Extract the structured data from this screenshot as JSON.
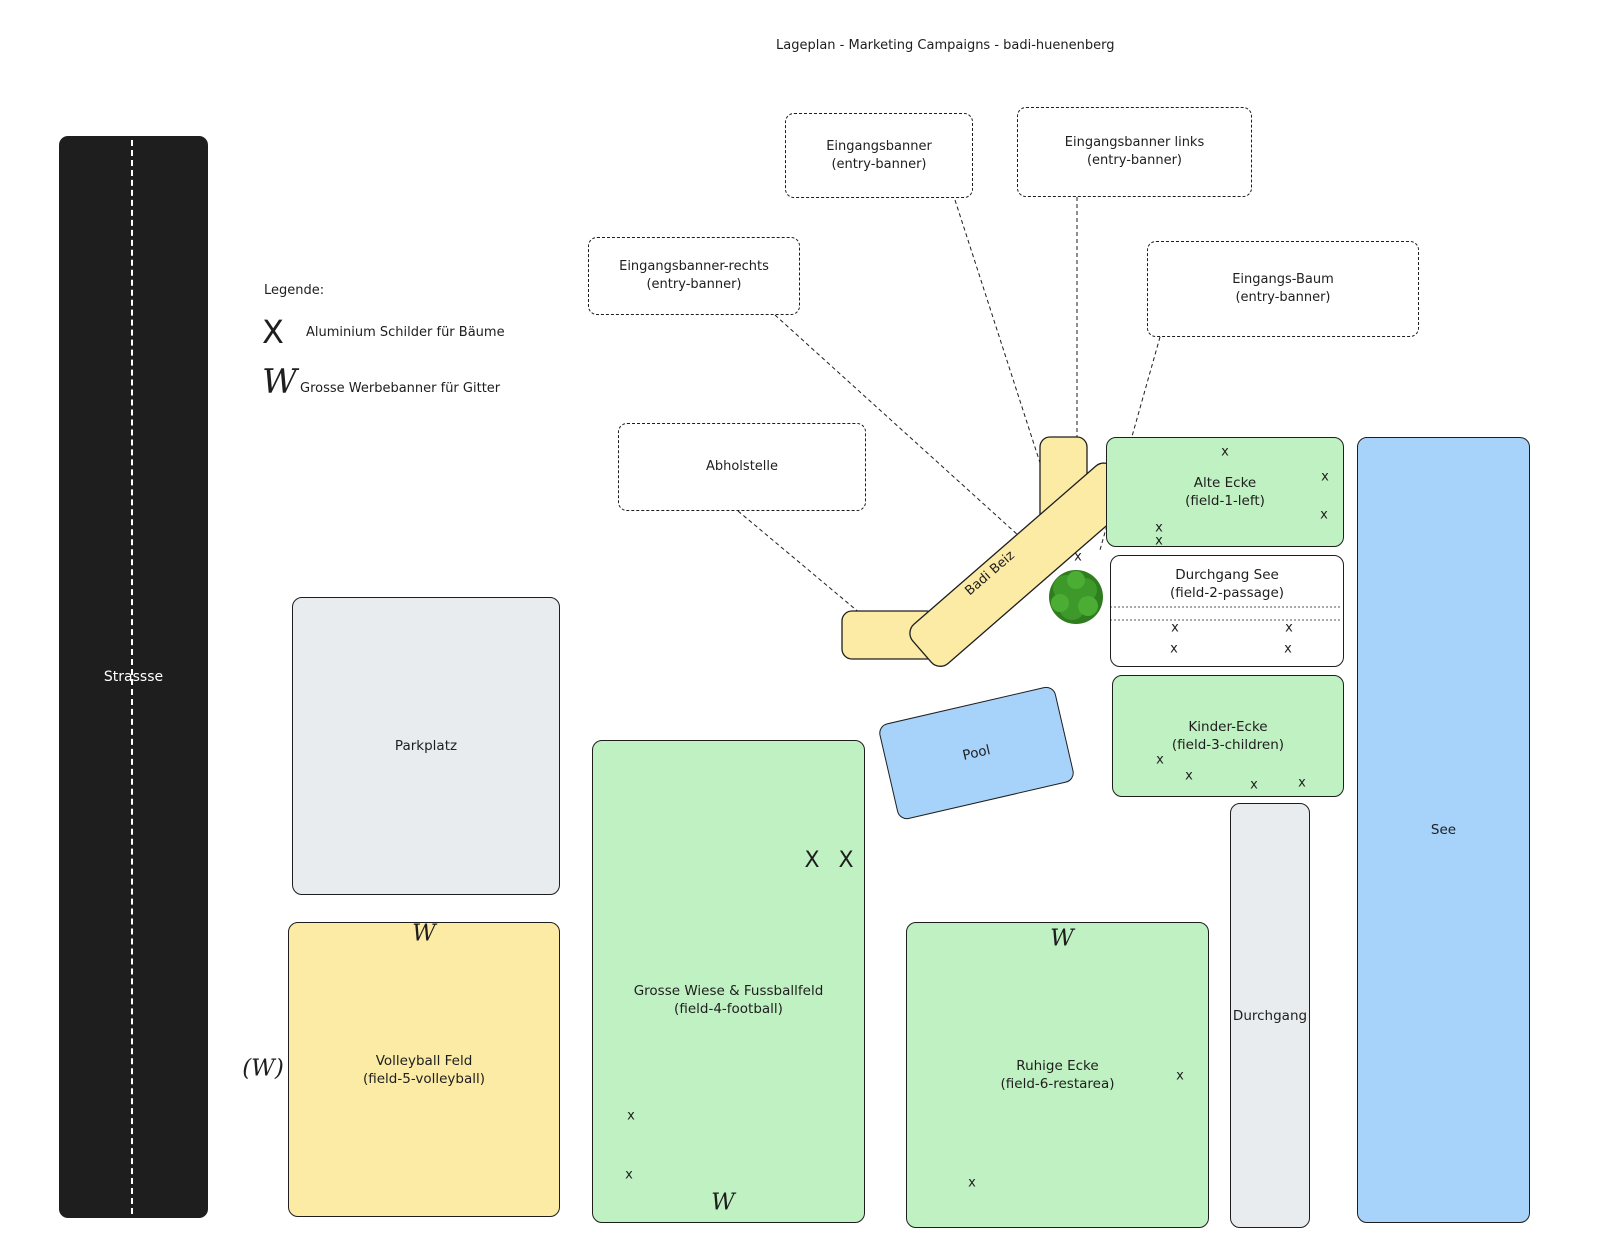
{
  "title": "Lageplan - Marketing Campaigns - badi-huenenberg",
  "legend": {
    "heading": "Legende:",
    "items": [
      {
        "symbol": "X",
        "text": "Aluminium Schilder für Bäume"
      },
      {
        "symbol": "W",
        "text": "Grosse Werbebanner für Gitter"
      }
    ]
  },
  "areas": {
    "strasse": "Strassse",
    "parkplatz": "Parkplatz",
    "volleyball": "Volleyball Feld\n(field-5-volleyball)",
    "football": "Grosse Wiese & Fussballfeld\n(field-4-football)",
    "ruhige": "Ruhige Ecke\n(field-6-restarea)",
    "durchgang": "Durchgang",
    "see": "See",
    "alte_ecke": "Alte Ecke\n(field-1-left)",
    "durchgang_see": "Durchgang See\n(field-2-passage)",
    "kinder": "Kinder-Ecke\n(field-3-children)",
    "pool": "Pool",
    "badi_beiz": "Badi Beiz"
  },
  "callouts": {
    "eingangsbanner": "Eingangsbanner\n(entry-banner)",
    "eingangsbanner_links": "Eingangsbanner links\n(entry-banner)",
    "eingangsbanner_rechts": "Eingangsbanner-rechts\n(entry-banner)",
    "eingangs_baum": "Eingangs-Baum\n(entry-banner)",
    "abholstelle": "Abholstelle"
  },
  "marks": {
    "x": "x",
    "X": "X",
    "W": "W",
    "W_optional": "(W)"
  },
  "colors": {
    "green": "#c0f1c2",
    "grey": "#e9ecef",
    "yellow": "#fbeba5",
    "blue": "#a7d3fb",
    "dark": "#1e1e1e",
    "tree": "#2f7d1e"
  }
}
